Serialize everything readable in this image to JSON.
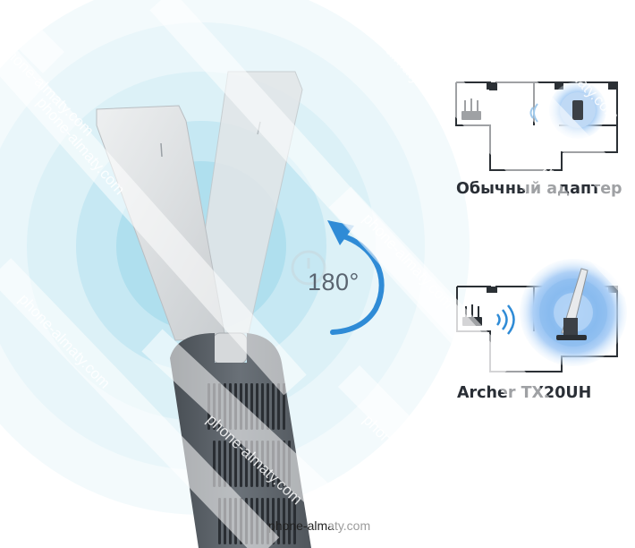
{
  "rotation_label": "180°",
  "panels": [
    {
      "caption": "Обычный адаптер"
    },
    {
      "caption": "Archer TX20UH"
    }
  ],
  "footer_site": "phone-almaty.com",
  "watermark_text": "phone-almaty.com",
  "colors": {
    "signal_blue": "#2f8bd6",
    "light_cyan": "#dff2f8",
    "antenna_grey": "#d9dcde",
    "body_grey": "#5f666d",
    "text": "#2a2f36"
  }
}
